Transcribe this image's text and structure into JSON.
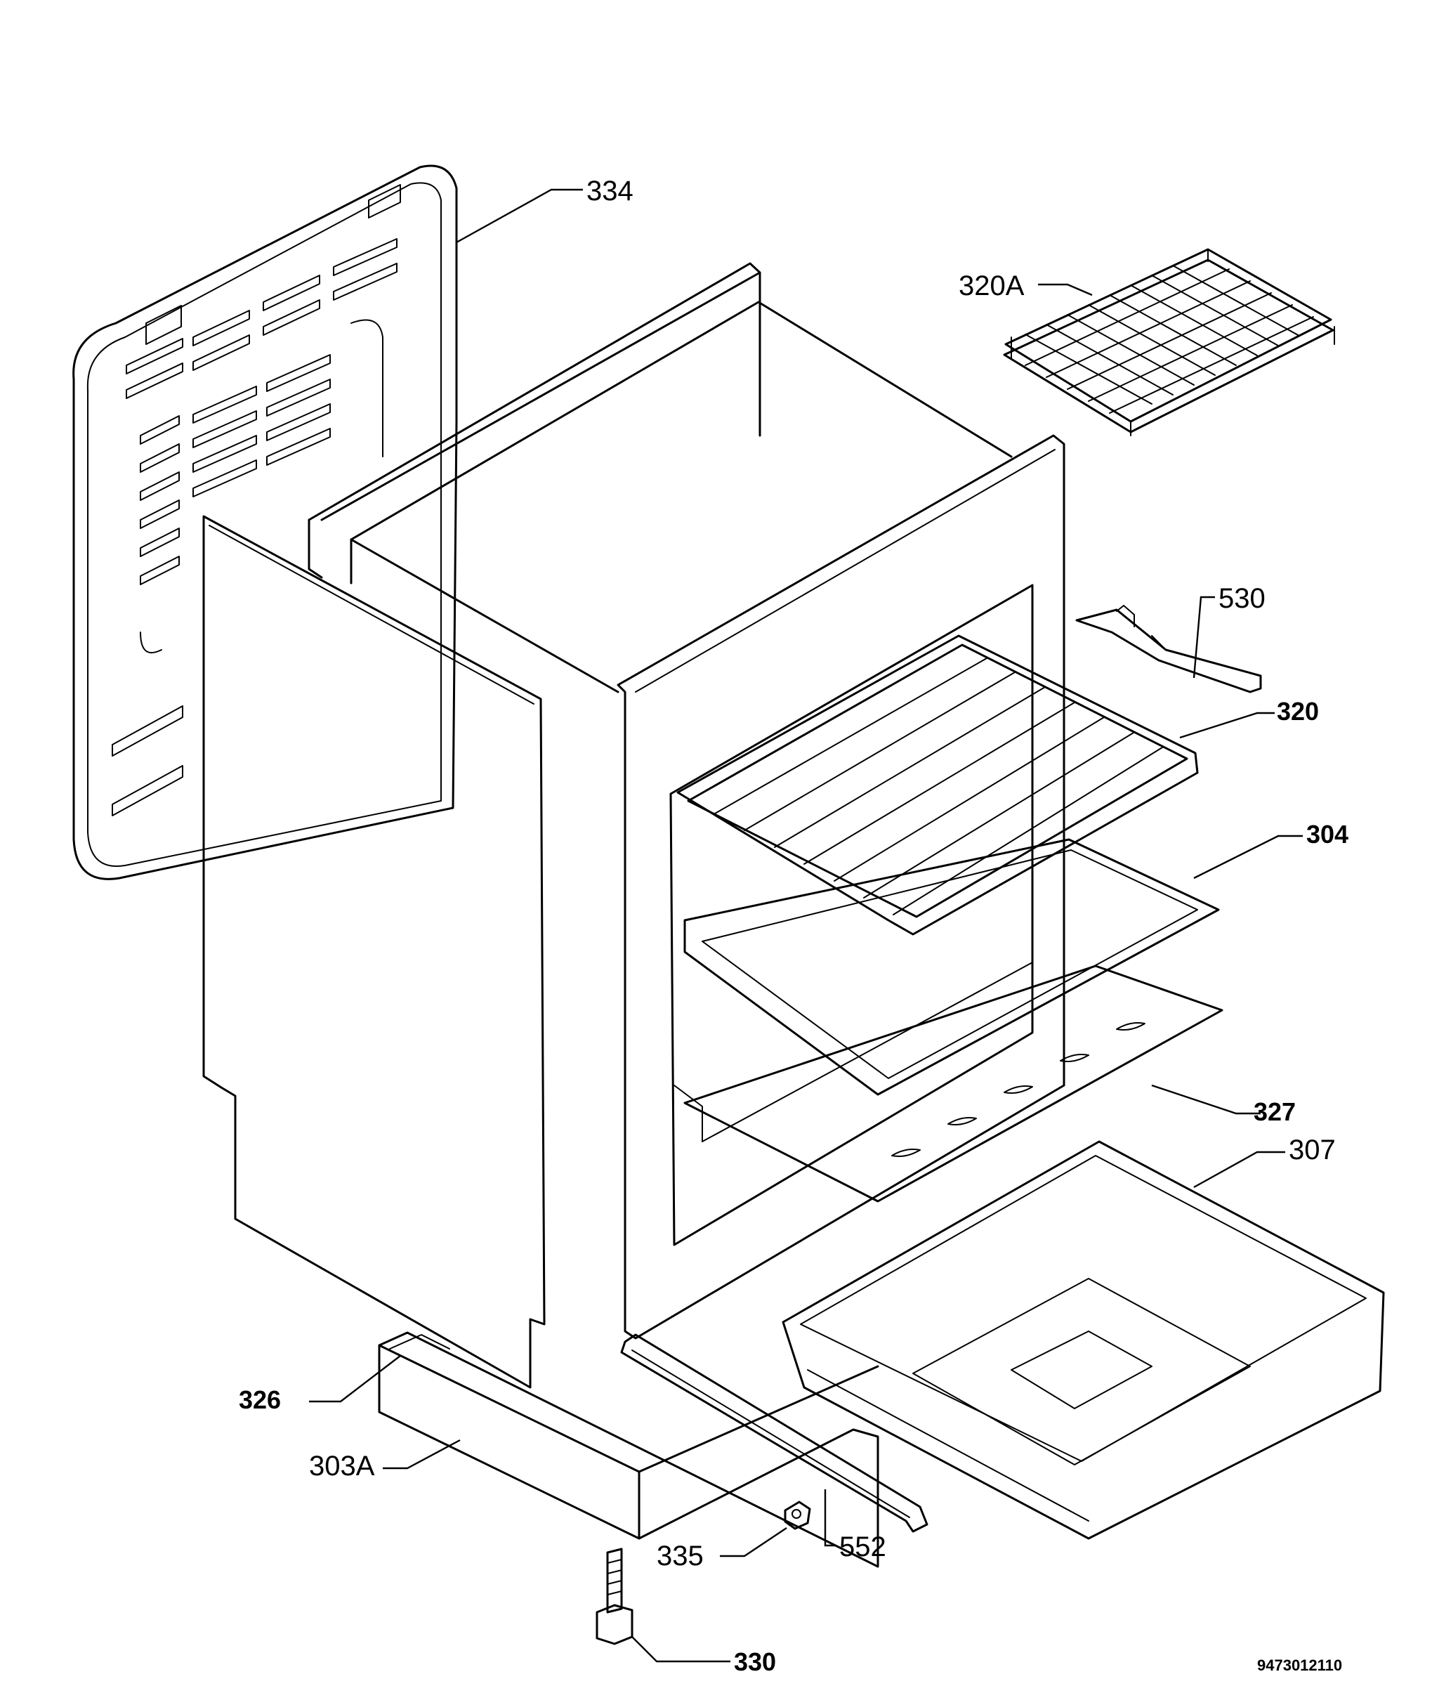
{
  "labels": {
    "l334": "334",
    "l320a": "320A",
    "l530": "530",
    "l320": "320",
    "l304": "304",
    "l327": "327",
    "l307": "307",
    "l326": "326",
    "l303a": "303A",
    "l335": "335",
    "l552": "552",
    "l330": "330"
  },
  "drawing_code": "9473012110"
}
